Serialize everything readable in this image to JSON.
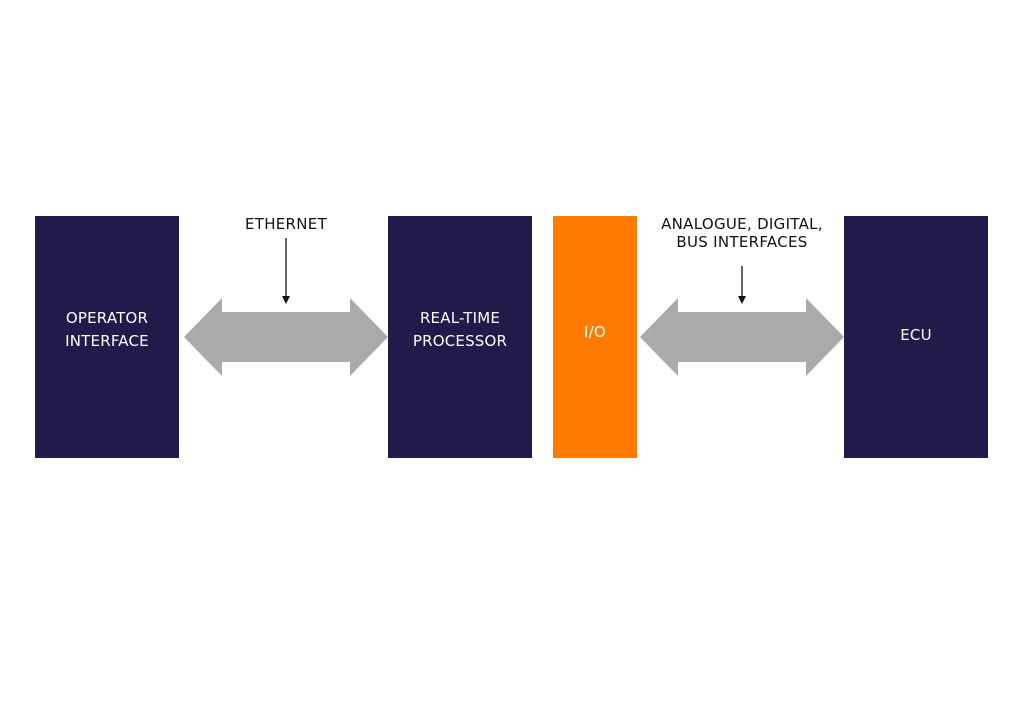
{
  "blocks": {
    "operator": "OPERATOR\nINTERFACE",
    "realtime": "REAL-TIME\nPROCESSOR",
    "io": "I/O",
    "ecu": "ECU"
  },
  "connections": {
    "ethernet": "ETHERNET",
    "bus": "ANALOGUE, DIGITAL,\nBUS INTERFACES"
  },
  "colors": {
    "block": "#211a4a",
    "io_block": "#ff7a00",
    "arrow": "#aaaaaa",
    "pointer": "#111111"
  }
}
